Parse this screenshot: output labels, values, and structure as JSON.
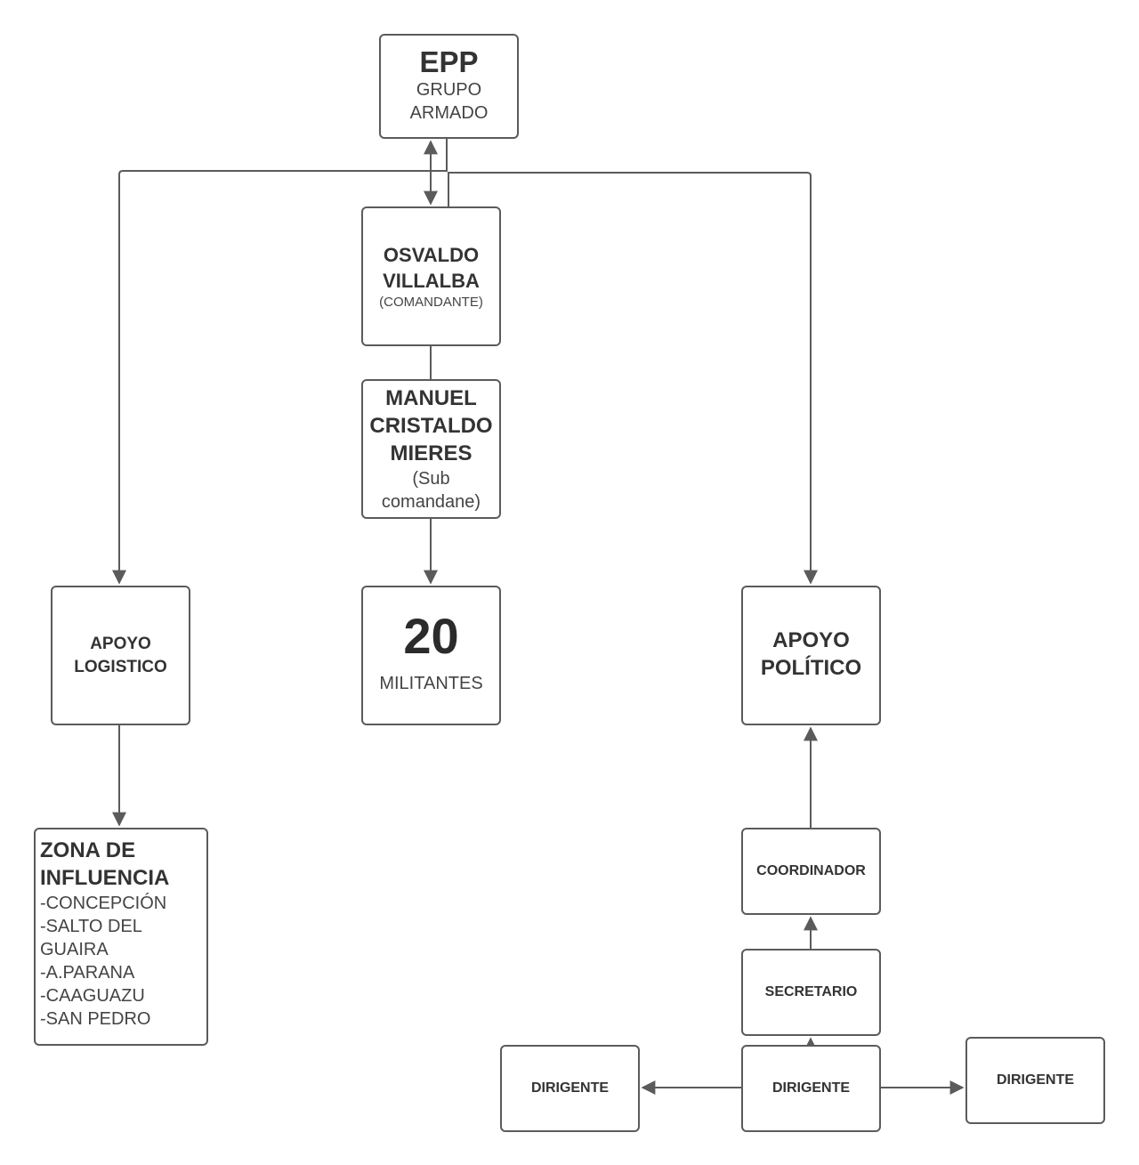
{
  "nodes": {
    "epp": {
      "title": "EPP",
      "subtitle": "GRUPO ARMADO"
    },
    "osvaldo": {
      "title": "OSVALDO VILLALBA",
      "subtitle": "(COMANDANTE)"
    },
    "manuel": {
      "title": "MANUEL CRISTALDO MIERES",
      "subtitle": "(Sub comandane)"
    },
    "militantes": {
      "title": "20",
      "subtitle": "MILITANTES"
    },
    "apoyo_logistico": {
      "title": "APOYO LOGISTICO"
    },
    "apoyo_politico": {
      "title": "APOYO POLÍTICO"
    },
    "zona": {
      "title": "ZONA DE INFLUENCIA",
      "list": "-CONCEPCIÓN\n-SALTO DEL GUAIRA\n-A.PARANA\n-CAAGUAZU\n-SAN PEDRO"
    },
    "coordinador": {
      "title": "COORDINADOR"
    },
    "secretario": {
      "title": "SECRETARIO"
    },
    "dirigente_center": {
      "title": "DIRIGENTE"
    },
    "dirigente_left": {
      "title": "DIRIGENTE"
    },
    "dirigente_right": {
      "title": "DIRIGENTE"
    }
  },
  "colors": {
    "line": "#5b5b5b",
    "text": "#333333"
  }
}
